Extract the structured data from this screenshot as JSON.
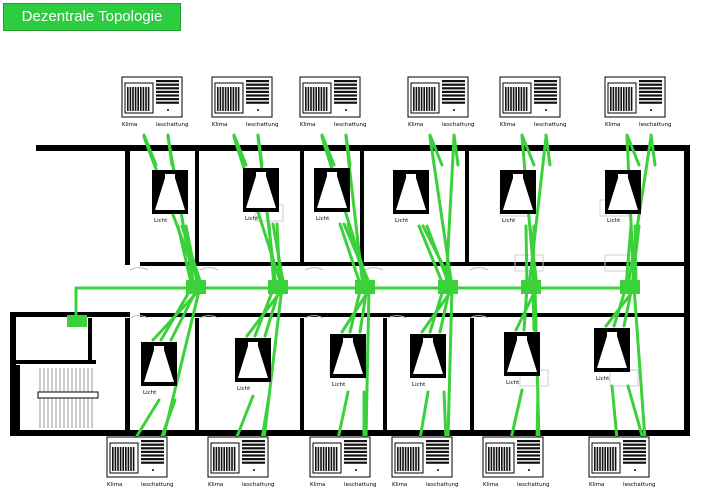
{
  "title": "Dezentrale Topologie",
  "colors": {
    "accent": "#2ecc40",
    "wall": "#000000",
    "link": "#3ad13a"
  },
  "labels": {
    "climate": "Klima",
    "shading": "Ieschattung",
    "light": "Licht"
  },
  "units": [
    {
      "pos": "top",
      "room": 0
    },
    {
      "pos": "top",
      "room": 1
    },
    {
      "pos": "top",
      "room": 2
    },
    {
      "pos": "top",
      "room": 3
    },
    {
      "pos": "top",
      "room": 4
    },
    {
      "pos": "top",
      "room": 5
    },
    {
      "pos": "bottom",
      "room": 0
    },
    {
      "pos": "bottom",
      "room": 1
    },
    {
      "pos": "bottom",
      "room": 2
    },
    {
      "pos": "bottom",
      "room": 3
    },
    {
      "pos": "bottom",
      "room": 4
    },
    {
      "pos": "bottom",
      "room": 5
    }
  ]
}
